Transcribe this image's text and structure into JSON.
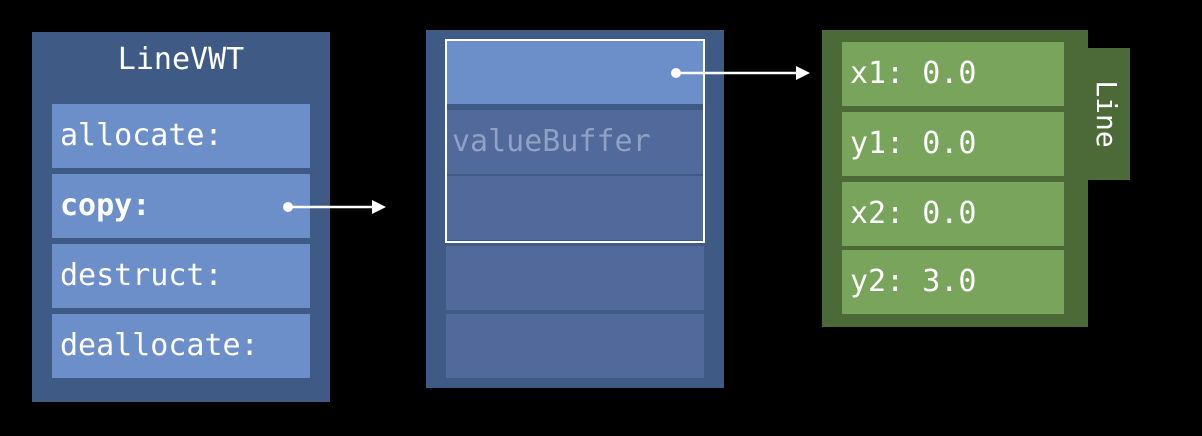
{
  "vwt": {
    "title": "LineVWT",
    "rows": [
      {
        "label": "allocate:"
      },
      {
        "label": "copy:"
      },
      {
        "label": "destruct:"
      },
      {
        "label": "deallocate:"
      }
    ]
  },
  "container": {
    "value_buffer_label": "valueBuffer"
  },
  "line_object": {
    "type_label": "Line",
    "fields": [
      {
        "label": "x1: 0.0"
      },
      {
        "label": "y1: 0.0"
      },
      {
        "label": "x2: 0.0"
      },
      {
        "label": "y2: 3.0"
      }
    ]
  },
  "colors": {
    "background": "#000000",
    "vwt_box": "#405a86",
    "row_blue": "#6c8ec9",
    "slot_blue": "#51699b",
    "line_box": "#4c6a37",
    "field_green": "#78a45b",
    "arrow": "#ffffff"
  }
}
